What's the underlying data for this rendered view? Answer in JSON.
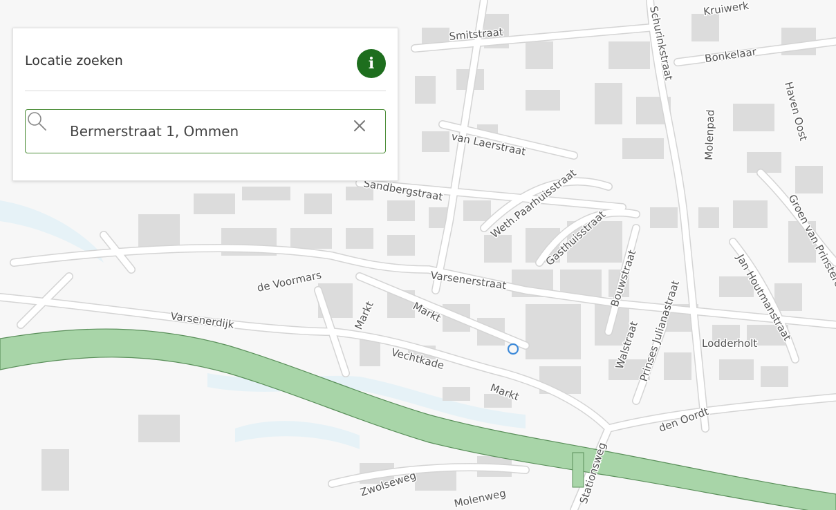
{
  "panel": {
    "title": "Locatie zoeken",
    "info_icon": "info-icon",
    "info_glyph": "i",
    "search": {
      "value": "Bermerstraat 1, Ommen",
      "placeholder": "",
      "icon": "search-icon",
      "clear_icon": "close-icon"
    }
  },
  "map": {
    "colors": {
      "background": "#f7f7f7",
      "building": "#dcdcdc",
      "road_casing": "#d6d6d6",
      "road_fill": "#ffffff",
      "water": "#e6f2f7",
      "green_band": "#a8d5a8",
      "green_band_edge": "#5a8f5a",
      "label": "#555555",
      "location_marker": "#3d8ad9"
    },
    "labels": {
      "smitstraat": "Smitstraat",
      "kruiwerk": "Kruiwerk",
      "schurinkstraat": "Schurinkstraat",
      "bonkelaar": "Bonkelaar",
      "haven_oost": "Haven Oost",
      "molenpad": "Molenpad",
      "van_laerstraat": "van Laerstraat",
      "sandbergstraat": "Sandbergstraat",
      "weth_paarhuisstraat": "Weth.Paarhuisstraat",
      "gasthuisstraat": "Gasthuisstraat",
      "bouwstraat": "Bouwstraat",
      "groen_van_prinsterer": "Groen van Prinsterer",
      "jan_houtmanstraat": "Jan Houtmanstraat",
      "prinses_julianastraat": "Prinses Julianastraat",
      "de_voormars": "de Voormars",
      "varsenerstraat": "Varsenerstraat",
      "markt_1": "Markt",
      "markt_2": "Markt",
      "markt_3": "Markt",
      "varsenerdijk": "Varsenerdijk",
      "vechtkade": "Vechtkade",
      "walstraat": "Walstraat",
      "lodderholt": "Lodderholt",
      "den_oordt": "den Oordt",
      "stationsweg": "Stationsweg",
      "zwolseweg": "Zwolseweg",
      "molenweg": "Molenweg"
    }
  }
}
